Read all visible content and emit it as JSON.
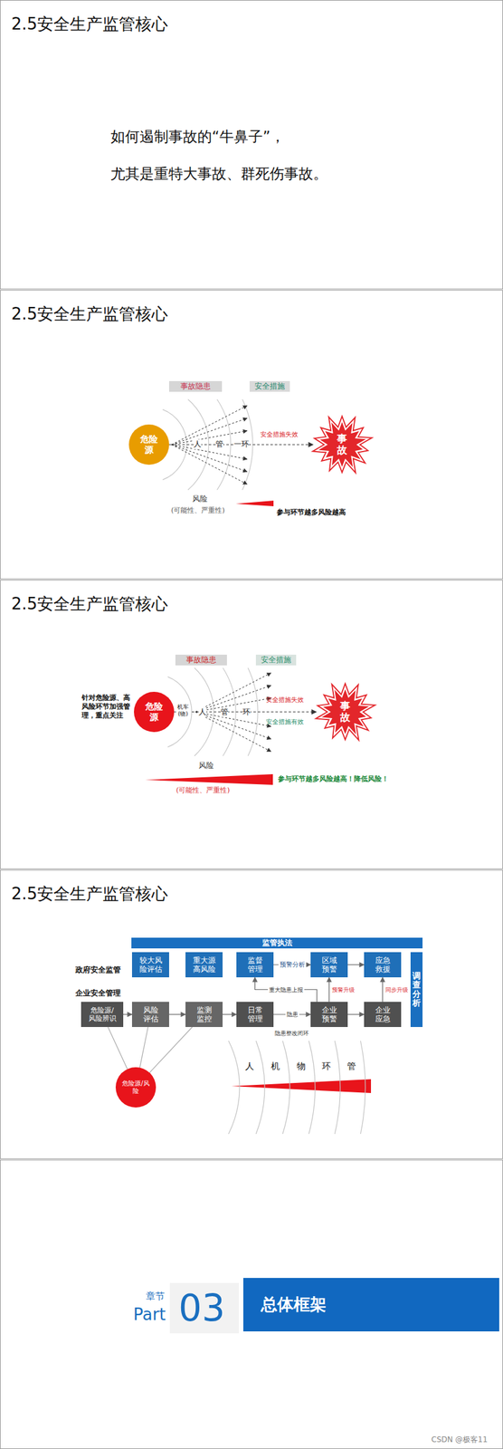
{
  "diagram": {
    "title": "2.5安全生产监管核心",
    "nodes": [
      {
        "text": [
          "危险源"
        ]
      },
      {
        "text": [
          "事故隐患"
        ]
      },
      {
        "text": [
          "安全措施"
        ]
      },
      {
        "text": [
          "事故"
        ]
      },
      {
        "text": [
          "危险源"
        ]
      },
      {
        "text": [
          "事故隐患"
        ]
      },
      {
        "text": [
          "安全措施"
        ]
      },
      {
        "text": [
          "事故"
        ]
      },
      {
        "text": [
          "监管执法"
        ]
      },
      {
        "text": [
          "较大风险评估"
        ]
      },
      {
        "text": [
          "重大源高风险"
        ]
      },
      {
        "text": [
          "监督管理"
        ]
      },
      {
        "text": [
          "区域预警"
        ]
      },
      {
        "text": [
          "应急救援"
        ]
      },
      {
        "text": [
          "调查分析"
        ]
      },
      {
        "text": [
          "危险源/风险辨识"
        ]
      },
      {
        "text": [
          "风险评估"
        ]
      },
      {
        "text": [
          "监测监控"
        ]
      },
      {
        "text": [
          "日常管理"
        ]
      },
      {
        "text": [
          "企业预警"
        ]
      },
      {
        "text": [
          "企业应急"
        ]
      },
      {
        "text": [
          "危险源/风险"
        ]
      },
      {
        "text": [
          "总体框架"
        ]
      }
    ],
    "edges": [
      {
        "from": 0,
        "to": 3,
        "arrow": "to",
        "label": "安全措施失效"
      },
      {
        "from": 4,
        "to": 7,
        "arrow": "to"
      },
      {
        "from": 15,
        "to": 16,
        "arrow": "to"
      },
      {
        "from": 16,
        "to": 17,
        "arrow": "to"
      },
      {
        "from": 17,
        "to": 18,
        "arrow": "to"
      },
      {
        "from": 18,
        "to": 19,
        "arrow": "to",
        "label": "隐患"
      },
      {
        "from": 19,
        "to": 20,
        "arrow": "to"
      },
      {
        "from": 11,
        "to": 12,
        "arrow": "to",
        "label": "预警分析"
      },
      {
        "from": 12,
        "to": 13,
        "arrow": "to"
      },
      {
        "from": 19,
        "to": 11,
        "arrow": "to",
        "label": "重大隐患上报"
      },
      {
        "from": 19,
        "to": 12,
        "arrow": "to",
        "label": "预警升级"
      },
      {
        "from": 20,
        "to": 13,
        "arrow": "to",
        "label": "同步升级"
      },
      {
        "from": 21,
        "to": 15,
        "arrow": "none"
      },
      {
        "from": 21,
        "to": 16,
        "arrow": "none"
      },
      {
        "from": 21,
        "to": 17,
        "arrow": "none"
      }
    ],
    "labels": [
      "如何遏制事故的“牛鼻子”，",
      "尤其是重特大事故、群死伤事故。",
      "2.5安全生产监管核心",
      "人",
      "管",
      "一环",
      "风险",
      "(可能性、严重性)",
      "参与环节越多风险越高",
      "2.5安全生产监管核心",
      "针对危险源、高风险环节加强管理，重点关注",
      "机车(物)",
      "人",
      "管",
      "环",
      "安全措施失效",
      "安全措施有效",
      "风险",
      "(可能性、严重性)",
      "参与环节越多风险越高！降低风险！",
      "2.5安全生产监管核心",
      "政府安全监管",
      "企业安全管理",
      "隐患整改闭环",
      "人",
      "机",
      "物",
      "环",
      "管",
      "章节",
      "Part",
      "03",
      "CSDN @极客11"
    ]
  }
}
